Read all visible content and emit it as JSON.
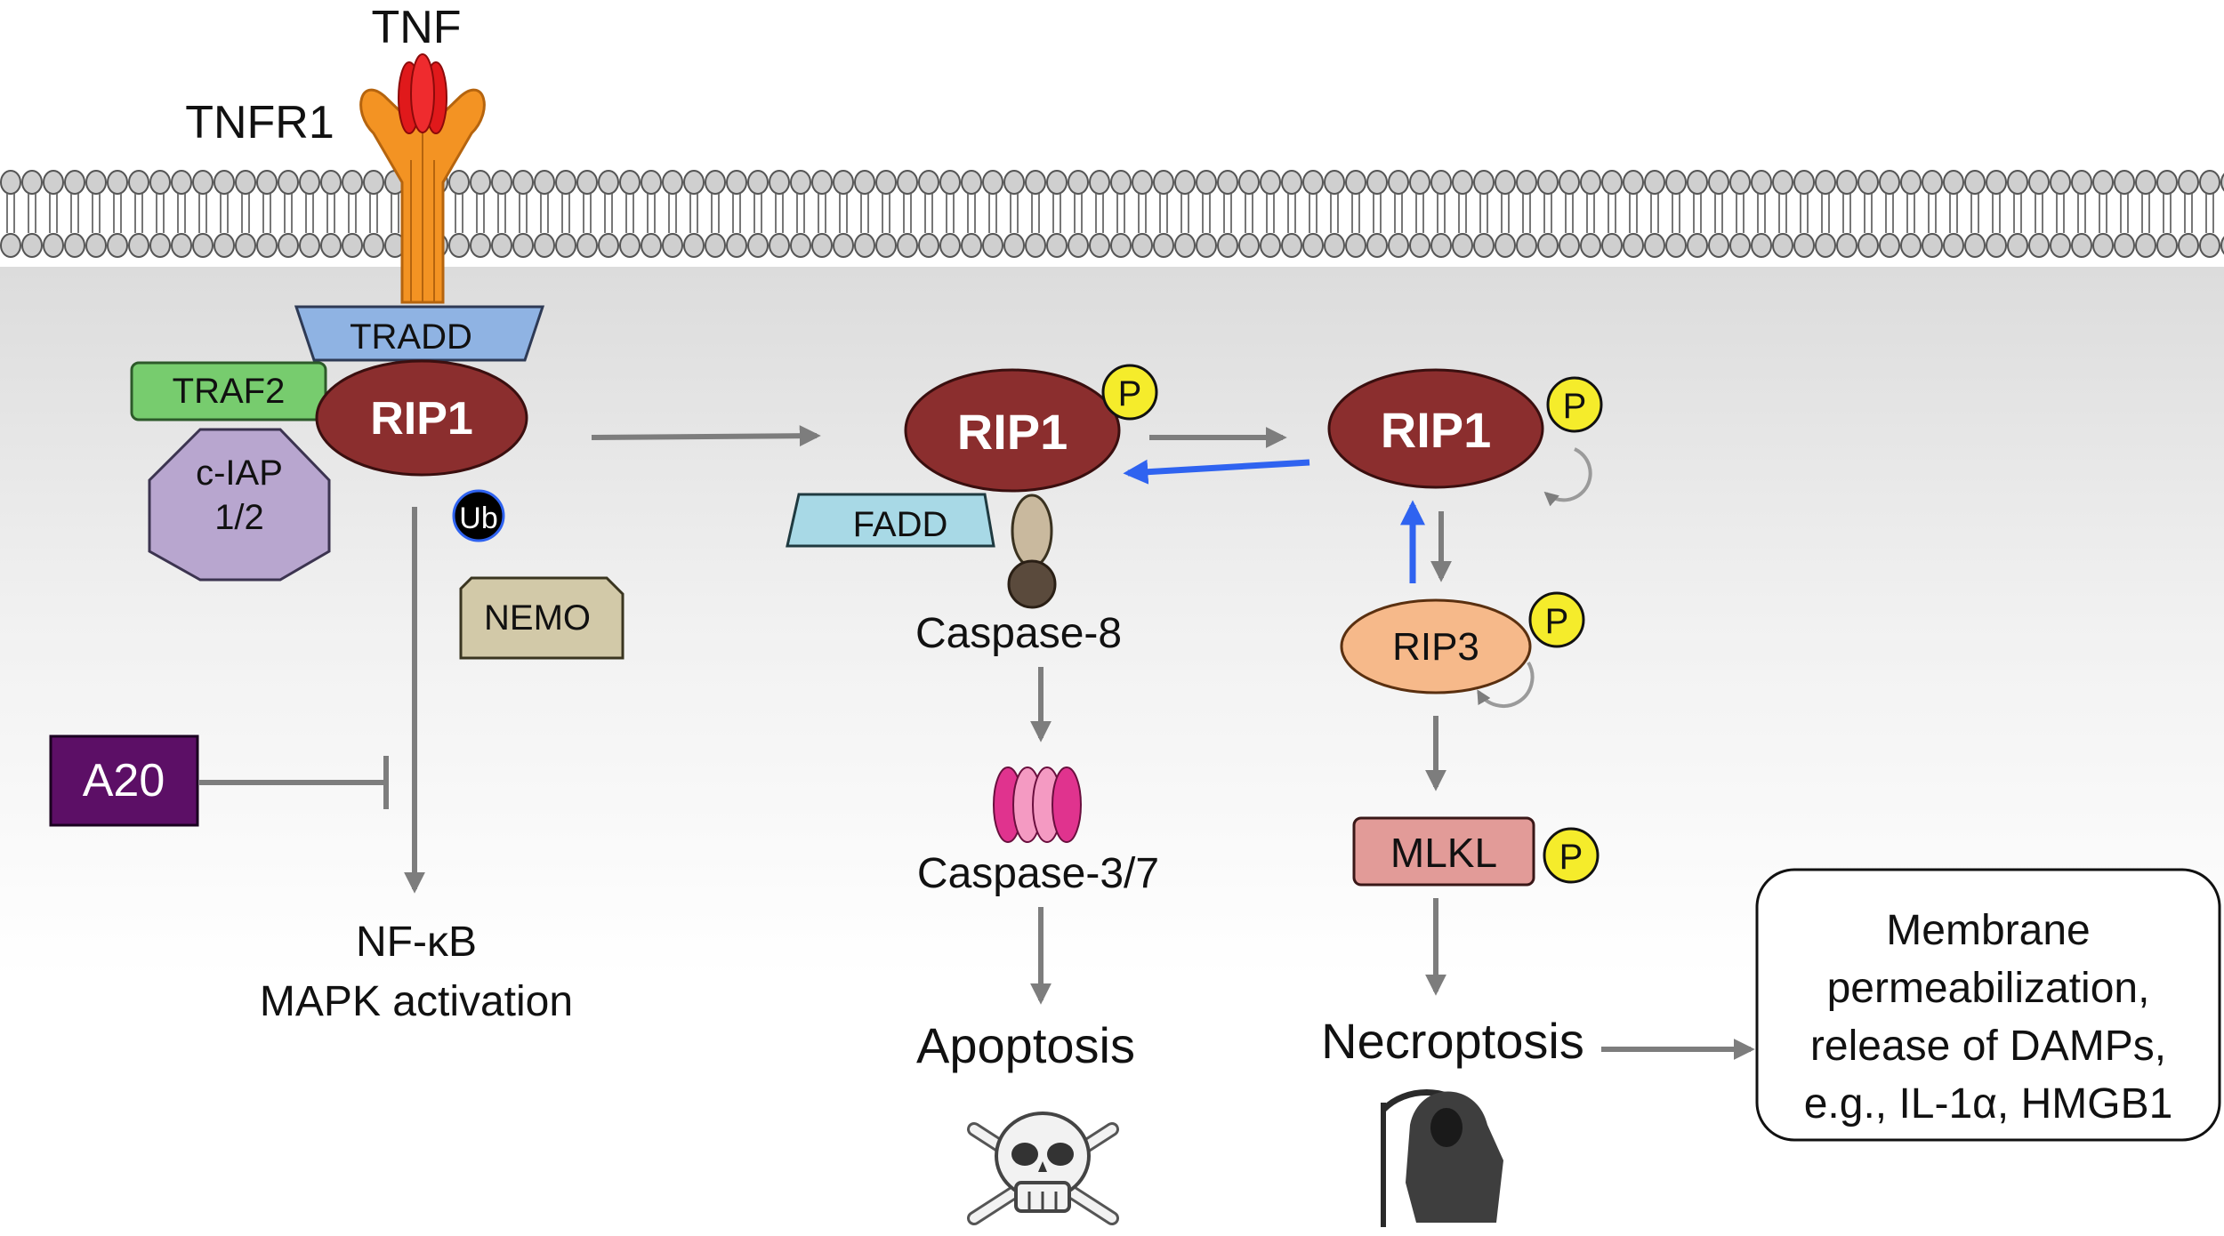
{
  "receptor": {
    "ligand": "TNF",
    "receptor": "TNFR1"
  },
  "complex1": {
    "adaptor": "TRADD",
    "traf": "TRAF2",
    "ciap_line1": "c-IAP",
    "ciap_line2": "1/2",
    "rip1": "RIP1",
    "ub": "Ub",
    "nemo": "NEMO",
    "inhibitor": "A20",
    "output_line1": "NF-κB",
    "output_line2": "MAPK activation"
  },
  "apoptosis_branch": {
    "rip1": "RIP1",
    "phospho": "P",
    "fadd": "FADD",
    "caspase8": "Caspase-8",
    "caspase37": "Caspase-3/7",
    "outcome": "Apoptosis",
    "outcome_icon": "skull-crossbones-icon"
  },
  "necroptosis_branch": {
    "rip1": "RIP1",
    "rip3": "RIP3",
    "mlkl": "MLKL",
    "phospho": "P",
    "outcome": "Necroptosis",
    "outcome_icon": "grim-reaper-icon"
  },
  "result_box": {
    "line1": "Membrane",
    "line2": "permeabilization,",
    "line3": "release of DAMPs,",
    "line4": "e.g., IL-1α, HMGB1"
  },
  "colors": {
    "rip1": "#8b2e2e",
    "receptor": "#f39323",
    "ligand": "#e0191b",
    "tradd": "#8fb3e3",
    "traf2": "#77cc6e",
    "ciap": "#b8a6cf",
    "nemo": "#d2c9a8",
    "a20": "#5c0f66",
    "fadd": "#a8d9e6",
    "rip3": "#f6b98a",
    "mlkl": "#e29b98",
    "phospho": "#f5ec2b",
    "arrow_gray": "#7d7d7d",
    "arrow_blue": "#2f63f0"
  }
}
